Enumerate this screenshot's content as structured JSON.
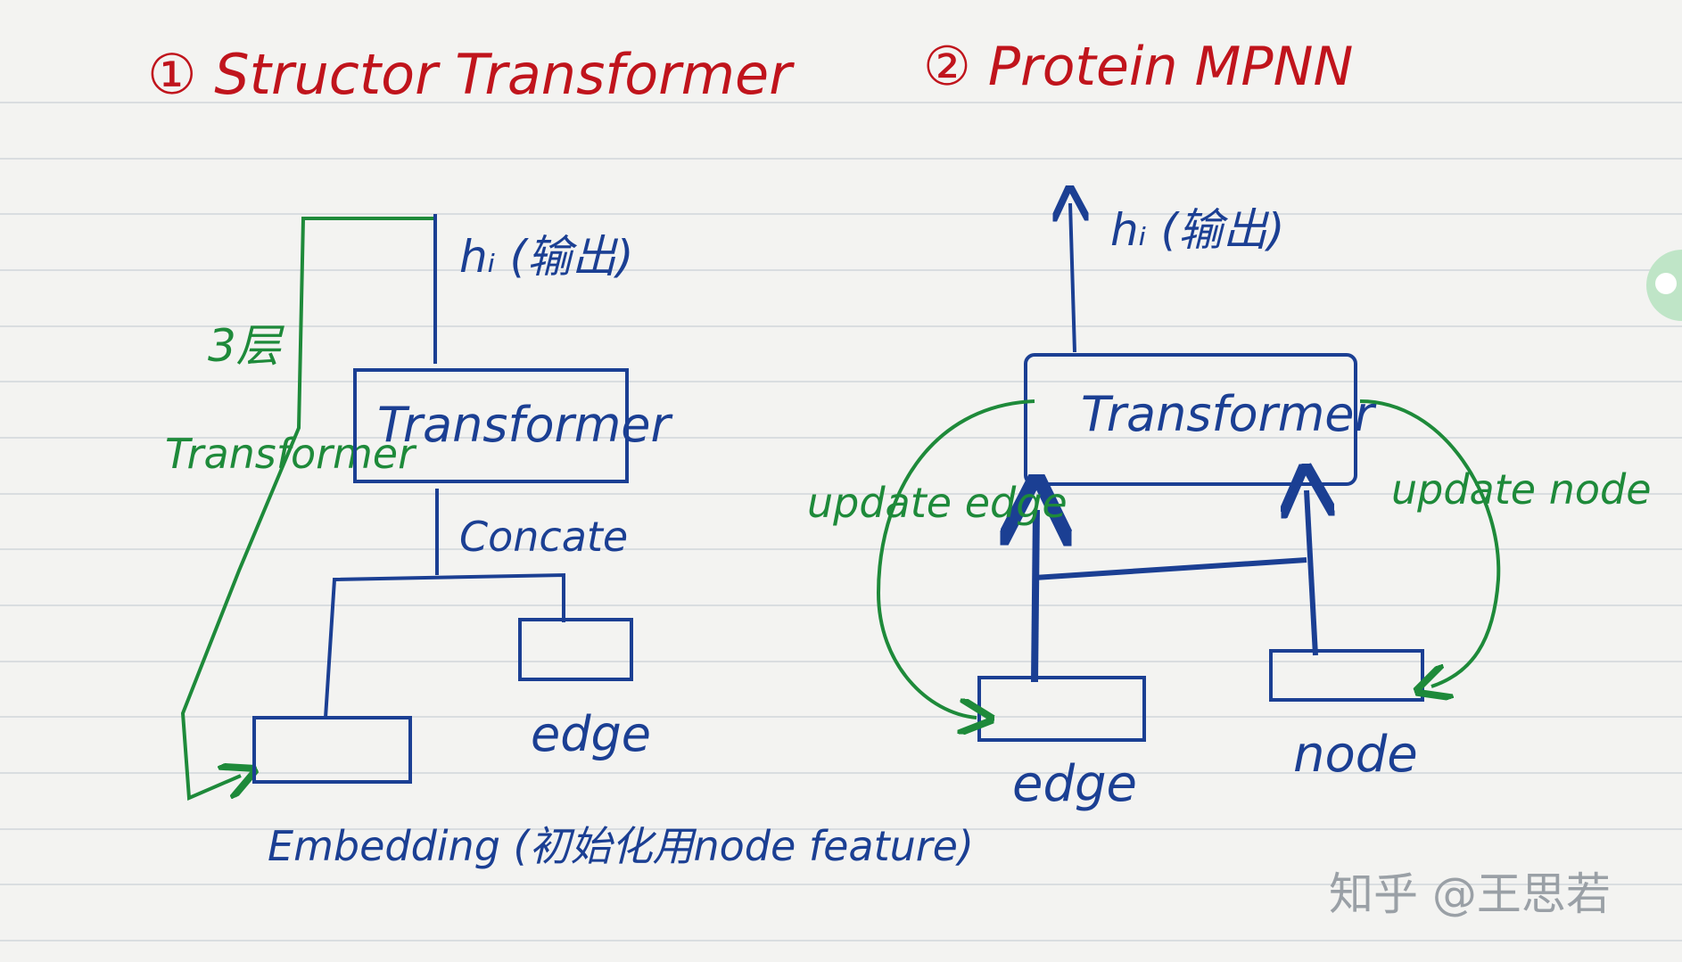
{
  "colors": {
    "red": "#c0141c",
    "blue": "#1b3f93",
    "green": "#1e8a3a",
    "paper": "#f3f3f1",
    "rule": "#d9dde0"
  },
  "left": {
    "title": "① Structor Transformer",
    "output_label": "hᵢ (输出)",
    "layers_label": "3层",
    "side_label": "Transformer",
    "box_label": "Transformer",
    "concat_label": "Concate",
    "edge_label": "edge",
    "embedding_label": "Embedding (初始化用node feature)"
  },
  "right": {
    "title": "② Protein MPNN",
    "output_label": "hᵢ (输出)",
    "box_label": "Transformer",
    "update_edge_label": "update edge",
    "update_node_label": "update node",
    "edge_label": "edge",
    "node_label": "node"
  },
  "watermark": "知乎 @王思若"
}
